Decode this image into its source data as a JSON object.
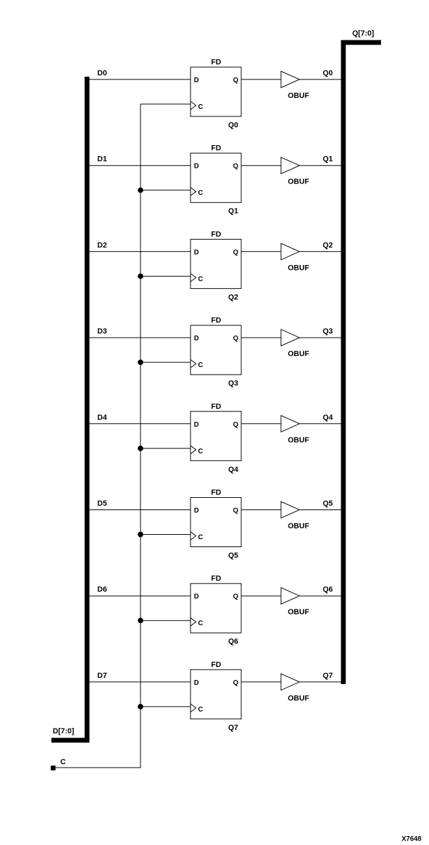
{
  "buses": {
    "input_bus_label": "D[7:0]",
    "output_bus_label": "Q[7:0]"
  },
  "clock": {
    "label": "C"
  },
  "stages": [
    {
      "d_net": "D0",
      "ff_type": "FD",
      "instance": "Q0",
      "pin_d": "D",
      "pin_q": "Q",
      "pin_c": "C",
      "buffer": "OBUF",
      "q_net": "Q0"
    },
    {
      "d_net": "D1",
      "ff_type": "FD",
      "instance": "Q1",
      "pin_d": "D",
      "pin_q": "Q",
      "pin_c": "C",
      "buffer": "OBUF",
      "q_net": "Q1"
    },
    {
      "d_net": "D2",
      "ff_type": "FD",
      "instance": "Q2",
      "pin_d": "D",
      "pin_q": "Q",
      "pin_c": "C",
      "buffer": "OBUF",
      "q_net": "Q2"
    },
    {
      "d_net": "D3",
      "ff_type": "FD",
      "instance": "Q3",
      "pin_d": "D",
      "pin_q": "Q",
      "pin_c": "C",
      "buffer": "OBUF",
      "q_net": "Q3"
    },
    {
      "d_net": "D4",
      "ff_type": "FD",
      "instance": "Q4",
      "pin_d": "D",
      "pin_q": "Q",
      "pin_c": "C",
      "buffer": "OBUF",
      "q_net": "Q4"
    },
    {
      "d_net": "D5",
      "ff_type": "FD",
      "instance": "Q5",
      "pin_d": "D",
      "pin_q": "Q",
      "pin_c": "C",
      "buffer": "OBUF",
      "q_net": "Q5"
    },
    {
      "d_net": "D6",
      "ff_type": "FD",
      "instance": "Q6",
      "pin_d": "D",
      "pin_q": "Q",
      "pin_c": "C",
      "buffer": "OBUF",
      "q_net": "Q6"
    },
    {
      "d_net": "D7",
      "ff_type": "FD",
      "instance": "Q7",
      "pin_d": "D",
      "pin_q": "Q",
      "pin_c": "C",
      "buffer": "OBUF",
      "q_net": "Q7"
    }
  ],
  "figure_id": "X7648"
}
